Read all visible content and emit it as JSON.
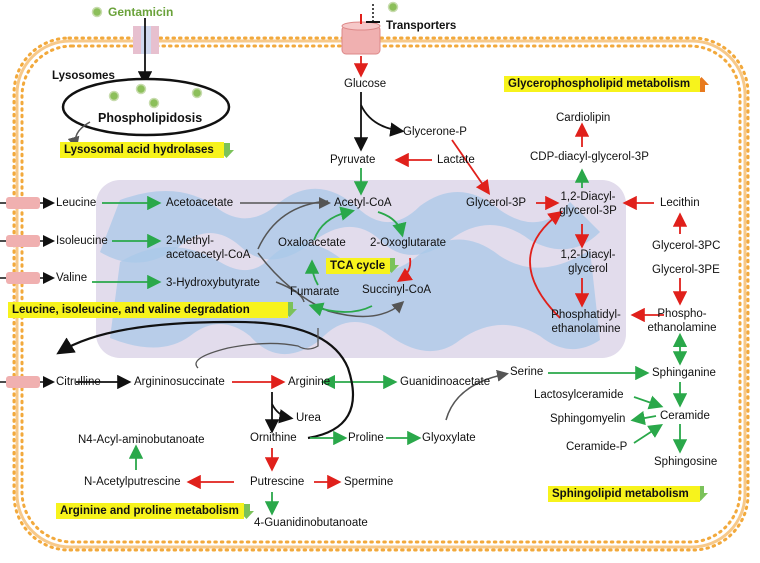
{
  "title": "Gentamicin",
  "transporters": "Transporters",
  "lysosomes": "Lysosomes",
  "phospholipidosis": "Phospholipidosis",
  "highlights": {
    "lysosomal": "Lysosomal acid hydrolases",
    "glycerophospholipid": "Glycerophospholipid metabolism",
    "tca": "TCA cycle",
    "bcaa": "Leucine, isoleucine, and valine degradation",
    "arginine": "Arginine and proline metabolism",
    "sphingolipid": "Sphingolipid metabolism"
  },
  "highlight_directions": {
    "lysosomal": "down",
    "glycerophospholipid": "up",
    "tca": "down",
    "bcaa": "down",
    "arginine": "down",
    "sphingolipid": "down"
  },
  "metabolites": {
    "glucose": "Glucose",
    "glycerone_p": "Glycerone-P",
    "pyruvate": "Pyruvate",
    "lactate": "Lactate",
    "acetyl_coa": "Acetyl-CoA",
    "acetoacetate": "Acetoacetate",
    "oxaloacetate": "Oxaloacetate",
    "oxoglutarate": "2-Oxoglutarate",
    "fumarate": "Fumarate",
    "succinyl_coa": "Succinyl-CoA",
    "leucine": "Leucine",
    "isoleucine": "Isoleucine",
    "valine": "Valine",
    "methylacetoacetyl_1": "2-Methyl-",
    "methylacetoacetyl_2": "acetoacetyl-CoA",
    "hydroxybutyrate": "3-Hydroxybutyrate",
    "glycerol_3p": "Glycerol-3P",
    "diacylglycerol3p_1": "1,2-Diacyl-",
    "diacylglycerol3p_2": "glycerol-3P",
    "diacylglycerol_1": "1,2-Diacyl-",
    "diacylglycerol_2": "glycerol",
    "pe_1": "Phosphatidyl-",
    "pe_2": "ethanolamine",
    "cardiolipin": "Cardiolipin",
    "cdp_dag": "CDP-diacyl-glycerol-3P",
    "lecithin": "Lecithin",
    "glycerol_3pc": "Glycerol-3PC",
    "glycerol_3pe": "Glycerol-3PE",
    "phosphoeth_1": "Phospho-",
    "phosphoeth_2": "ethanolamine",
    "citrulline": "Citrulline",
    "argininosuccinate": "Argininosuccinate",
    "arginine": "Arginine",
    "guanidinoacetate": "Guanidinoacetate",
    "urea": "Urea",
    "ornithine": "Ornithine",
    "proline": "Proline",
    "glyoxylate": "Glyoxylate",
    "serine": "Serine",
    "sphinganine": "Sphinganine",
    "lactosylceramide": "Lactosylceramide",
    "sphingomyelin": "Sphingomyelin",
    "ceramide": "Ceramide",
    "ceramide_p": "Ceramide-P",
    "sphingosine": "Sphingosine",
    "n4_acyl": "N4-Acyl-aminobutanoate",
    "n_acetylputrescine": "N-Acetylputrescine",
    "putrescine": "Putrescine",
    "spermine": "Spermine",
    "guanidinobutanoate": "4-Guanidinobutanoate"
  },
  "colors": {
    "up": "#e0201b",
    "down": "#2aa84a",
    "membrane": "#f2a93c",
    "mitochondrion": "#e2dcec",
    "cristae": "#a9c8e8",
    "highlight": "#f7f31c",
    "gentamicin": "#8cbf5a"
  }
}
